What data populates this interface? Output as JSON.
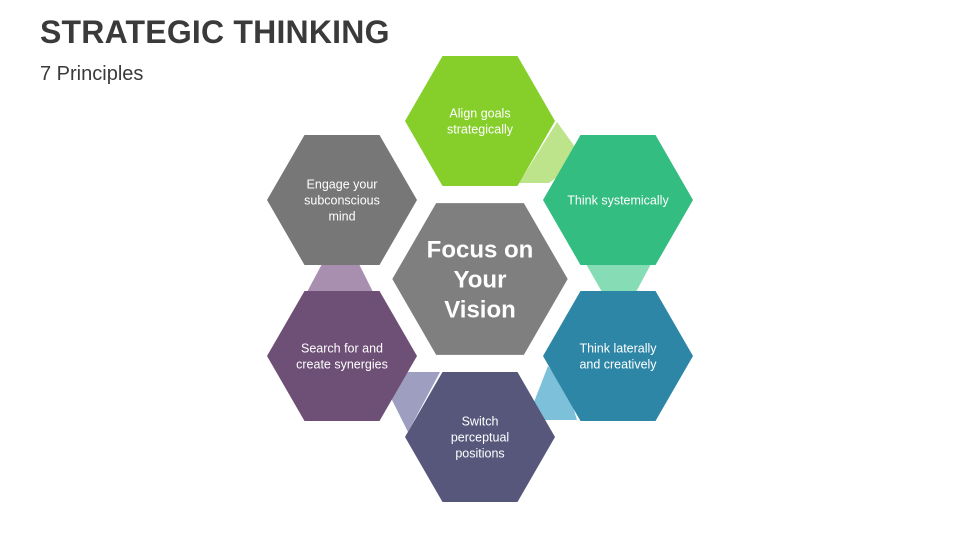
{
  "slide": {
    "title": "STRATEGIC THINKING",
    "subtitle": "7 Principles"
  },
  "center": {
    "lines": [
      "Focus on",
      "Your",
      "Vision"
    ],
    "color": "#7f7f7f"
  },
  "principles": [
    {
      "id": "align-goals",
      "lines": [
        "Align goals",
        "strategically"
      ],
      "color": "#86cf2b",
      "connector_color": "#bde48b"
    },
    {
      "id": "think-systemically",
      "lines": [
        "Think systemically"
      ],
      "color": "#33bd80",
      "connector_color": "#86dcb4"
    },
    {
      "id": "think-laterally",
      "lines": [
        "Think laterally",
        "and creatively"
      ],
      "color": "#2e86a6",
      "connector_color": "#7dc0d9"
    },
    {
      "id": "switch-positions",
      "lines": [
        "Switch",
        "perceptual",
        "positions"
      ],
      "color": "#57577c",
      "connector_color": "#9e9ec0"
    },
    {
      "id": "search-synergies",
      "lines": [
        "Search for and",
        "create synergies"
      ],
      "color": "#6e4f76",
      "connector_color": "#a88fb0"
    },
    {
      "id": "engage-subconscious",
      "lines": [
        "Engage your",
        "subconscious",
        "mind"
      ],
      "color": "#777777",
      "connector_color": null
    }
  ]
}
